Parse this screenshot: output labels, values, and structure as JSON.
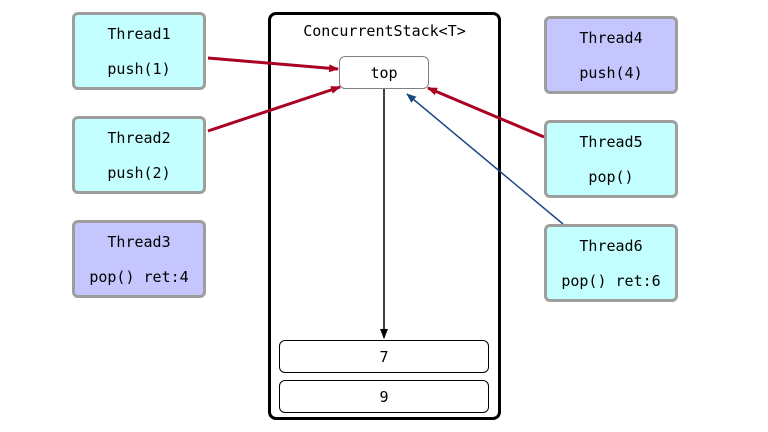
{
  "stack": {
    "title": "ConcurrentStack<T>",
    "top_label": "top",
    "nodes": [
      "7",
      "9"
    ]
  },
  "threads": [
    {
      "name": "Thread1",
      "op": "push(1)",
      "color": "#c4ffff"
    },
    {
      "name": "Thread2",
      "op": "push(2)",
      "color": "#c4ffff"
    },
    {
      "name": "Thread3",
      "op": "pop() ret:4",
      "color": "#c6c6ff"
    },
    {
      "name": "Thread4",
      "op": "push(4)",
      "color": "#c6c6ff"
    },
    {
      "name": "Thread5",
      "op": "pop()",
      "color": "#c4ffff"
    },
    {
      "name": "Thread6",
      "op": "pop() ret:6",
      "color": "#c4ffff"
    }
  ],
  "colors": {
    "contending_arrow": "#aa0022",
    "winning_arrow": "#1a4a80",
    "border": "#9e9e9e"
  }
}
